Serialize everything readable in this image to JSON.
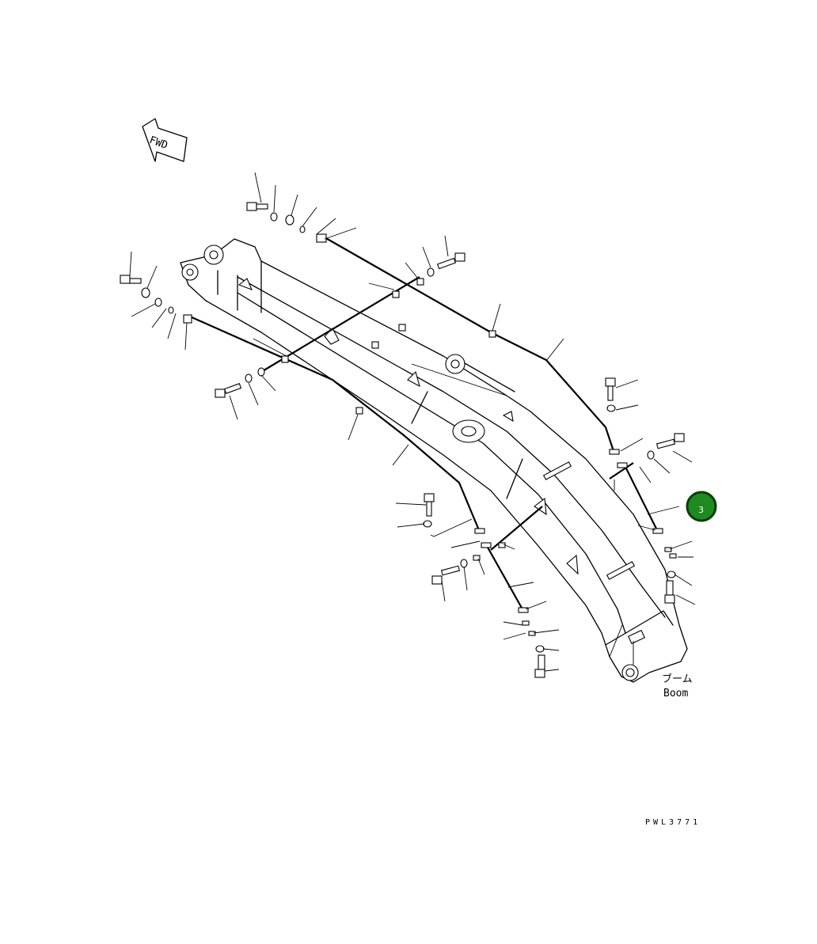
{
  "fwd_arrow": {
    "text": "FWD"
  },
  "part_label": {
    "japanese": "ブーム",
    "english": "Boom"
  },
  "drawing_code": "PWL3771",
  "callout": {
    "number": "3",
    "fill": "#1f8a1f",
    "ring": "#0b3d0b"
  },
  "colors": {
    "line": "#000000",
    "background": "#ffffff"
  }
}
